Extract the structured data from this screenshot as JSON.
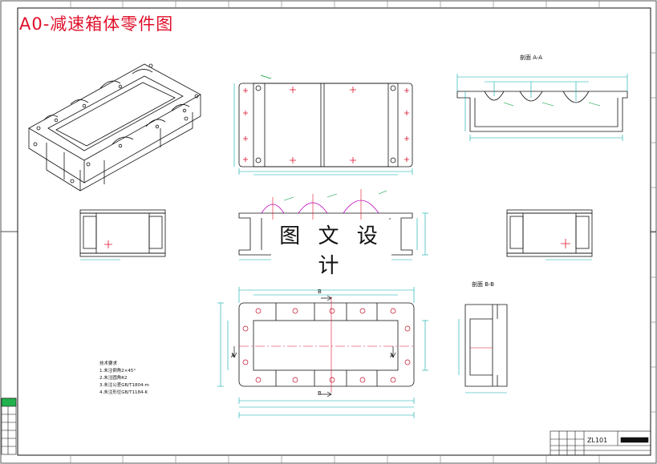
{
  "sheet": {
    "title": "A0-减速箱体零件图",
    "watermark": "图 文 设 计",
    "section_aa": "剖面 A-A",
    "section_bb": "剖面 B-B",
    "cut_label_a": "A",
    "cut_label_b": "B"
  },
  "notes": {
    "heading": "技术要求",
    "items": [
      "1.未注倒角2×45°",
      "2.未注圆角R2",
      "3.未注公差GB/T1804-m",
      "4.未注形位GB/T1184-K"
    ]
  },
  "title_block": {
    "drawing_code": "ZL101"
  },
  "colors": {
    "outline": "#111111",
    "dimension": "#00a8a8",
    "centerline": "#e0102a",
    "arc_detail": "#c000c0",
    "leader": "#009a3a",
    "title_text": "#e0102a"
  }
}
